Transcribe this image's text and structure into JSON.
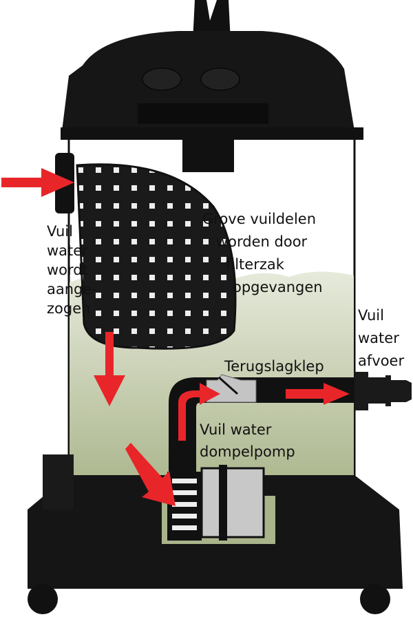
{
  "labels": {
    "intake": [
      "Vuil",
      "water",
      "wordt",
      "aange-",
      "zogen"
    ],
    "coarse": [
      "Grove vuildelen",
      "worden door",
      "filterzak",
      "opgevangen"
    ],
    "outlet": [
      "Vuil",
      "water",
      "afvoer"
    ],
    "valve": "Terugslagklep",
    "pump": [
      "Vuil water",
      "dompelpomp"
    ]
  },
  "colors": {
    "arrow": "#e8262a",
    "body": "#111111",
    "water_top": "#e4e8d8",
    "water_bottom": "#a9b48a",
    "valve": "#c4c4c4",
    "pump": "#c8c8c8"
  }
}
